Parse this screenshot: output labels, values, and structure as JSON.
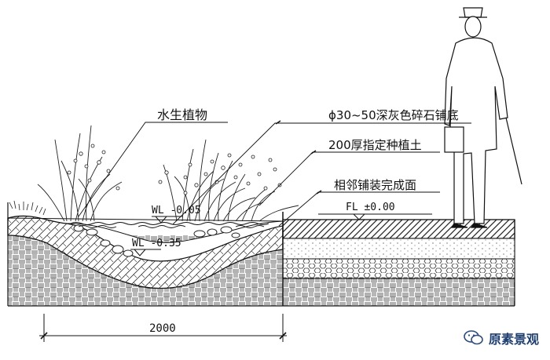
{
  "labels": {
    "aquatic_plants": "水生植物",
    "gravel_base": "ϕ30~50深灰色碎石铺底",
    "planting_soil": "200厚指定种植土",
    "paving_finish": "相邻铺装完成面"
  },
  "levels": {
    "wl_high": "WL -0.05",
    "wl_low": "WL -0.35",
    "floor": "FL ±0.00"
  },
  "dimensions": {
    "width": "2000"
  },
  "watermark": {
    "text": "原素景观",
    "icon": "wechat-icon"
  }
}
